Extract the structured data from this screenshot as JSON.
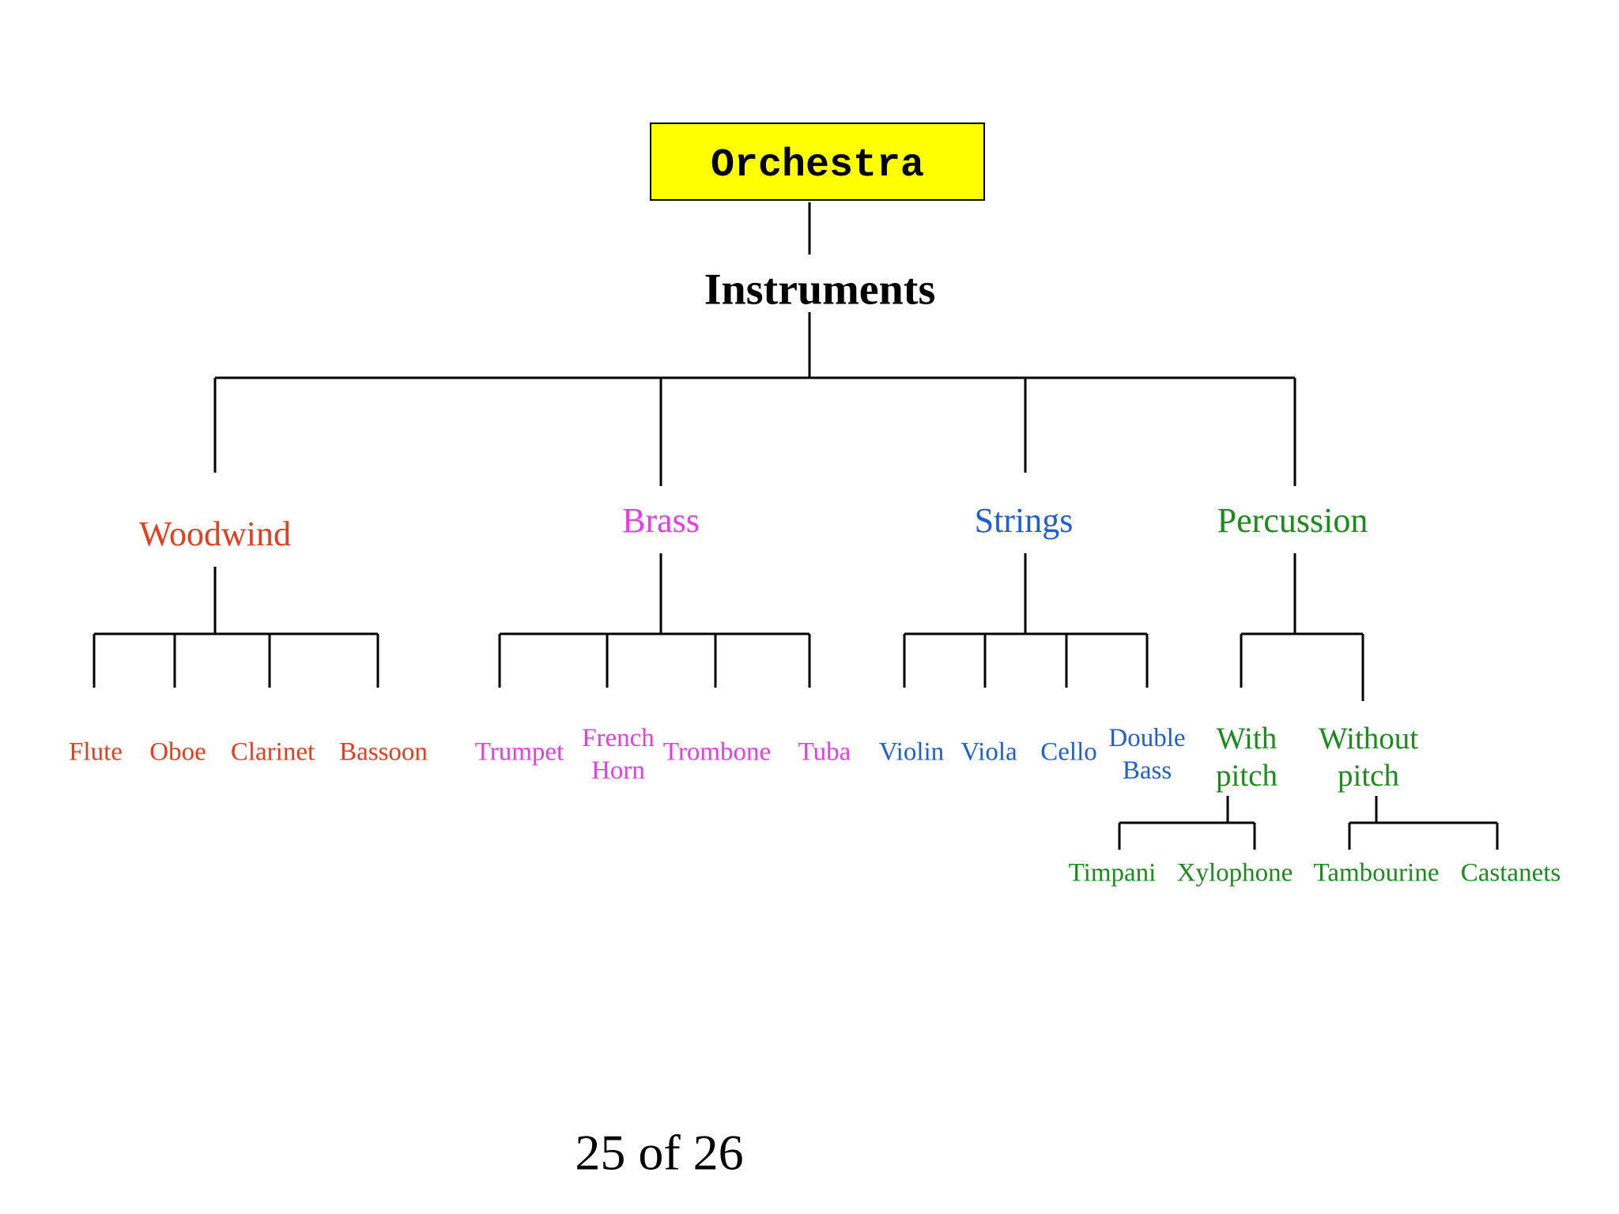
{
  "diagram": {
    "root": "Orchestra",
    "subtitle": "Instruments",
    "colors": {
      "root_fill": "#ffff00",
      "lines": "#000000",
      "woodwind": "#e63d1c",
      "brass": "#e83ce8",
      "strings": "#1d5fd6",
      "percussion": "#1a8c1a"
    },
    "families": {
      "woodwind": {
        "name": "Woodwind",
        "items": [
          "Flute",
          "Oboe",
          "Clarinet",
          "Bassoon"
        ]
      },
      "brass": {
        "name": "Brass",
        "items": [
          "Trumpet",
          "French Horn",
          "Trombone",
          "Tuba"
        ]
      },
      "strings": {
        "name": "Strings",
        "items": [
          "Violin",
          "Viola",
          "Cello",
          "Double Bass"
        ]
      },
      "percussion": {
        "name": "Percussion",
        "groups": [
          {
            "name": "With pitch",
            "items": [
              "Timpani",
              "Xylophone"
            ]
          },
          {
            "name": "Without pitch",
            "items": [
              "Tambourine",
              "Castanets"
            ]
          }
        ]
      }
    }
  },
  "footer": {
    "page_indicator": "25 of 26"
  }
}
